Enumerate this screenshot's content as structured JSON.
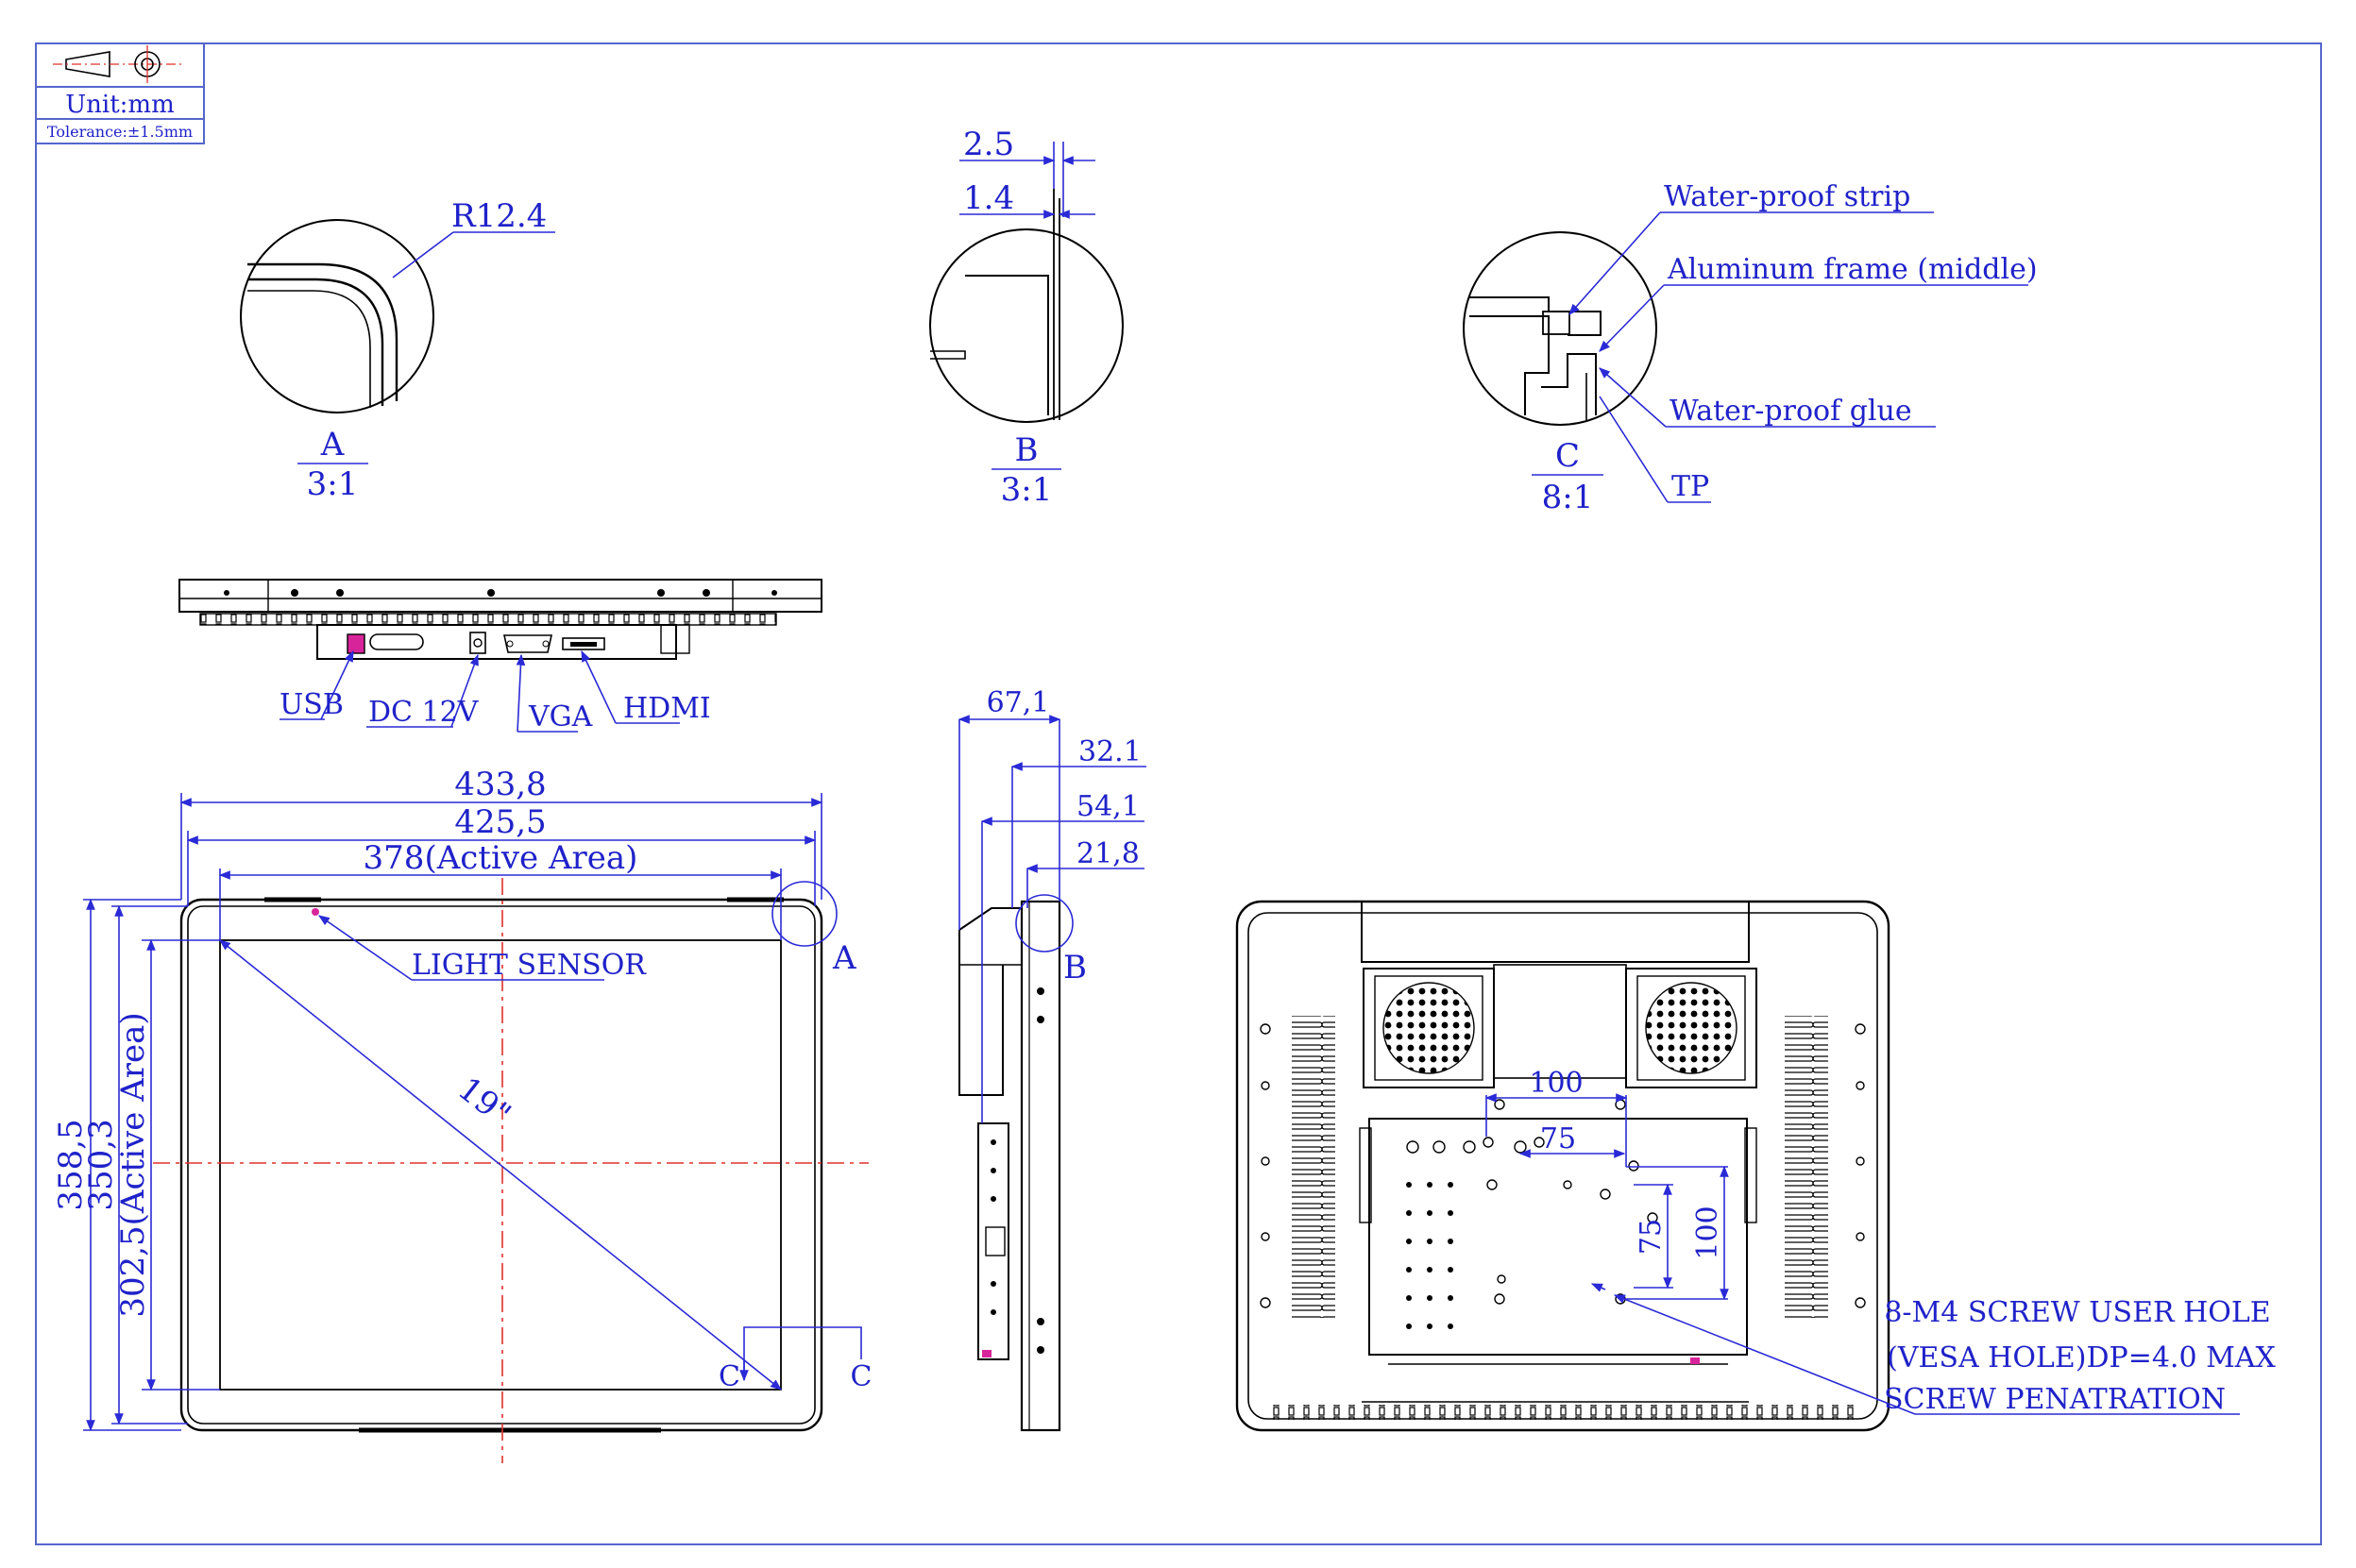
{
  "title_block": {
    "unit": "Unit:mm",
    "tolerance": "Tolerance:±1.5mm"
  },
  "detail_a": {
    "radius": "R12.4",
    "label": "A",
    "scale": "3:1"
  },
  "detail_b": {
    "dim_outer": "2.5",
    "dim_inner": "1.4",
    "label": "B",
    "scale": "3:1"
  },
  "detail_c": {
    "label": "C",
    "scale": "8:1",
    "callouts": [
      "Water-proof strip",
      "Aluminum frame (middle)",
      "Water-proof glue",
      "TP"
    ]
  },
  "connectors": {
    "usb": "USB",
    "dc": "DC 12V",
    "vga": "VGA",
    "hdmi": "HDMI"
  },
  "front_view": {
    "width_outer": "433,8",
    "width_frame": "425,5",
    "width_active": "378(Active Area)",
    "height_outer": "358,5",
    "height_frame": "350,3",
    "height_active": "302,5(Active Area)",
    "diagonal": "19\"",
    "light_sensor": "LIGHT SENSOR",
    "detail_a_mark": "A",
    "section_c_left": "C",
    "section_c_right": "C"
  },
  "side_view": {
    "depth_total": "67,1",
    "depth_a": "32.1",
    "depth_b": "54,1",
    "depth_c": "21,8",
    "detail_b_mark": "B"
  },
  "rear_view": {
    "vesa_100_h": "100",
    "vesa_75_h": "75",
    "vesa_75_v": "75",
    "vesa_100_v": "100",
    "note_lines": [
      "8-M4 SCREW USER HOLE",
      "(VESA HOLE)DP=4.0 MAX",
      "SCREW PENATRATION"
    ]
  },
  "colors": {
    "annotation": "#1f22c9",
    "centerline": "#e0302a",
    "outline": "#000000",
    "highlight": "#d8249a"
  }
}
